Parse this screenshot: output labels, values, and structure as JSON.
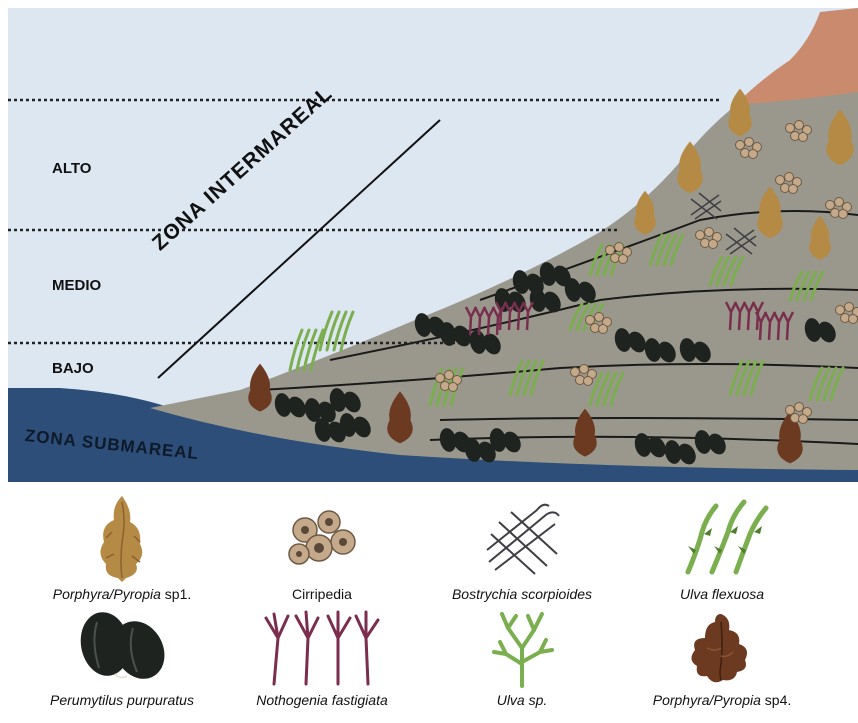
{
  "zones": {
    "alto": "ALTO",
    "medio": "MEDIO",
    "bajo": "BAJO",
    "intermareal": "ZONA INTERMAREAL",
    "submareal": "ZONA SUBMAREAL"
  },
  "legend": [
    {
      "italic": "Porphyra/Pyropia",
      "plain": " sp1.",
      "icon": "porphyra-sp1-icon"
    },
    {
      "italic": "",
      "plain": "Cirripedia",
      "icon": "cirripedia-icon"
    },
    {
      "italic": "Bostrychia scorpioides",
      "plain": "",
      "icon": "bostrychia-icon"
    },
    {
      "italic": "Ulva flexuosa",
      "plain": "",
      "icon": "ulva-flexuosa-icon"
    },
    {
      "italic": "Perumytilus purpuratus",
      "plain": "",
      "icon": "perumytilus-icon"
    },
    {
      "italic": "Nothogenia fastigiata",
      "plain": "",
      "icon": "nothogenia-icon"
    },
    {
      "italic": "Ulva sp.",
      "plain": "",
      "icon": "ulva-sp-icon"
    },
    {
      "italic": "Porphyra/Pyropia",
      "plain": " sp4.",
      "icon": "porphyra-sp4-icon"
    }
  ],
  "colors": {
    "sky": "#dde7f2",
    "sea": "#2c4e78",
    "rock": "#9a988c",
    "cliff": "#c98a6e",
    "mussel": "#1f2320",
    "ulva": "#7bae4e",
    "nothogenia": "#7a2e4e",
    "porphyra1": "#b58a45",
    "porphyra4": "#6b3a20",
    "barnacle": "#c4a98a"
  }
}
